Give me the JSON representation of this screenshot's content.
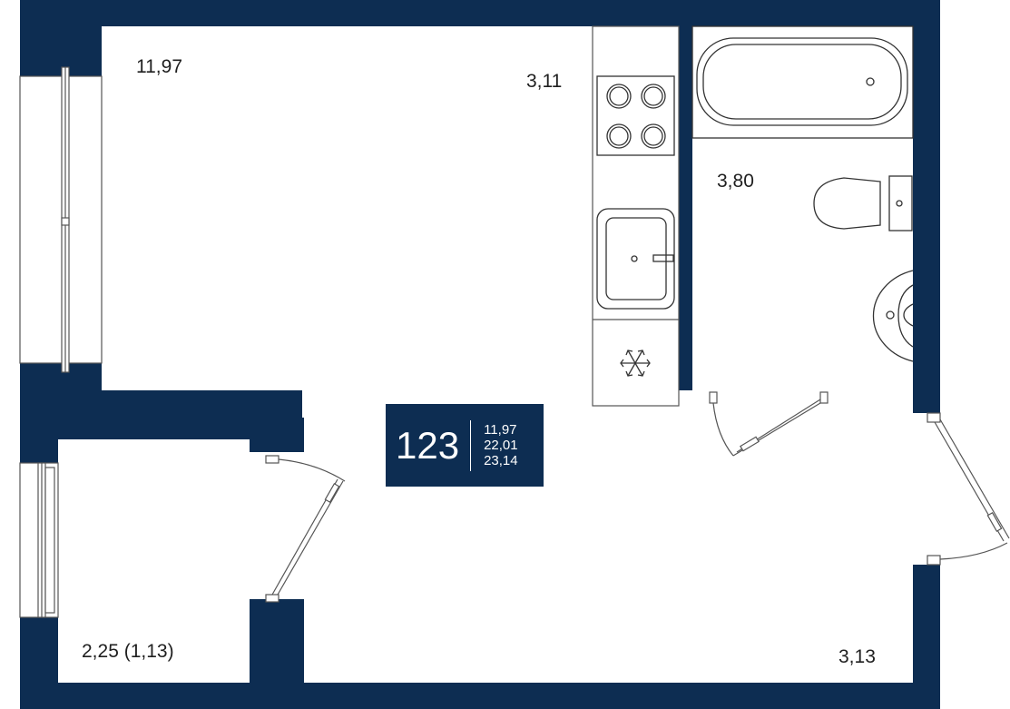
{
  "colors": {
    "wall": "#0d2d52",
    "line": "#555555",
    "background": "#ffffff",
    "badge_text": "#ffffff"
  },
  "rooms": {
    "living_area": "11,97",
    "kitchen_area": "3,11",
    "bathroom_area": "3,80",
    "balcony_area": "2,25 (1,13)",
    "hallway_area": "3,13"
  },
  "badge": {
    "apartment_number": "123",
    "areas": [
      "11,97",
      "22,01",
      "23,14"
    ]
  },
  "icons": {
    "fridge": "snowflake-icon",
    "stove": "cooktop-icon",
    "sink": "kitchen-sink-icon",
    "bathtub": "bathtub-icon",
    "toilet": "toilet-icon",
    "washbasin": "washbasin-icon"
  }
}
